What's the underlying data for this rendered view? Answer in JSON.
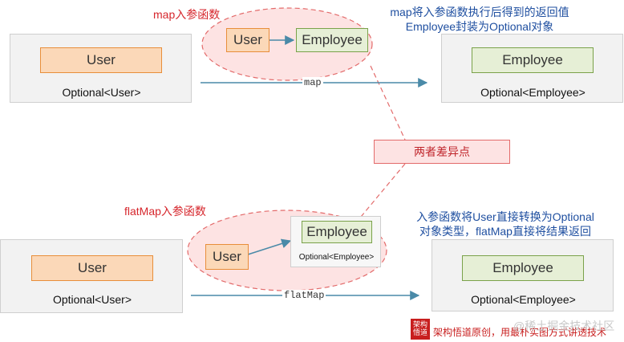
{
  "top": {
    "map_param_label": "map入参函数",
    "note_line1": "map将入参函数执行后得到的返回值",
    "note_line2": "Employee封装为Optional对象",
    "ellipse_user": "User",
    "ellipse_employee": "Employee",
    "left_user": "User",
    "left_optional": "Optional<User>",
    "right_employee": "Employee",
    "right_optional": "Optional<Employee>",
    "arrow_label": "map"
  },
  "difference_label": "两者差异点",
  "bottom": {
    "flatmap_param_label": "flatMap入参函数",
    "note_line1": "入参函数将User直接转换为Optional",
    "note_line2": "对象类型，flatMap直接将结果返回",
    "ellipse_user": "User",
    "ellipse_employee": "Employee",
    "ellipse_optional": "Optional<Employee>",
    "left_user": "User",
    "left_optional": "Optional<User>",
    "right_employee": "Employee",
    "right_optional": "Optional<Employee>",
    "arrow_label": "flatMap"
  },
  "watermark": {
    "badge_line1": "架构",
    "badge_line2": "悟道",
    "text": "架构悟道原创，用最朴实图方式讲透技术",
    "juejin": "@稀土掘金技术社区"
  },
  "colors": {
    "accent_red": "#d6262c",
    "note_blue": "#1f4fa0",
    "arrow_teal": "#4a8aa8",
    "user_fill": "#fbd8b8",
    "employee_fill": "#e6efd6"
  }
}
